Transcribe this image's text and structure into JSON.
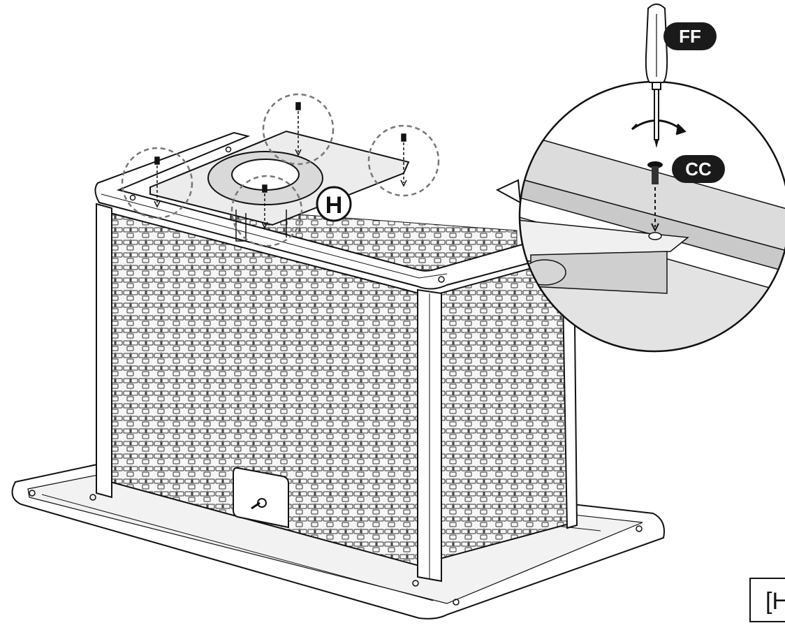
{
  "labels": {
    "screwdriver": "FF",
    "screw": "CC",
    "part": "H",
    "corner_box": "[H"
  },
  "icons": {
    "screwdriver": "screwdriver-icon",
    "screw": "screw-icon",
    "rotation": "rotate-arrows-icon"
  },
  "colors": {
    "line": "#111111",
    "label_fill": "#1a1a1a",
    "wicker": "#f4f4f4",
    "rail": "#e2e2e2",
    "dash": "#777777"
  }
}
